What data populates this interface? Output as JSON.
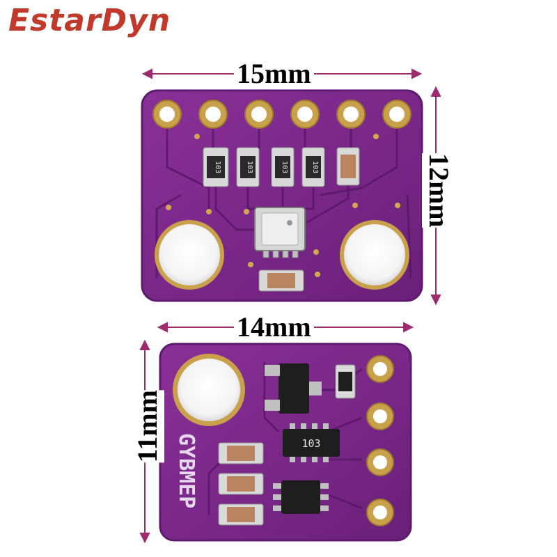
{
  "brand": {
    "name": "EstarDyn",
    "color": "#c0392b"
  },
  "top_board": {
    "width_label": "15mm",
    "height_label": "12mm",
    "resistor_codes": [
      "103",
      "103",
      "103",
      "103"
    ],
    "pin_count": 6
  },
  "bottom_board": {
    "width_label": "14mm",
    "height_label": "11mm",
    "silkscreen": "GYBMEP",
    "resistor_array_code": "103",
    "pin_count": 4
  },
  "colors": {
    "pcb": "#7b2a8c",
    "pcb_dark": "#5e1a6e",
    "gold": "#c9a14a",
    "dimension_line": "#a02a6e"
  }
}
